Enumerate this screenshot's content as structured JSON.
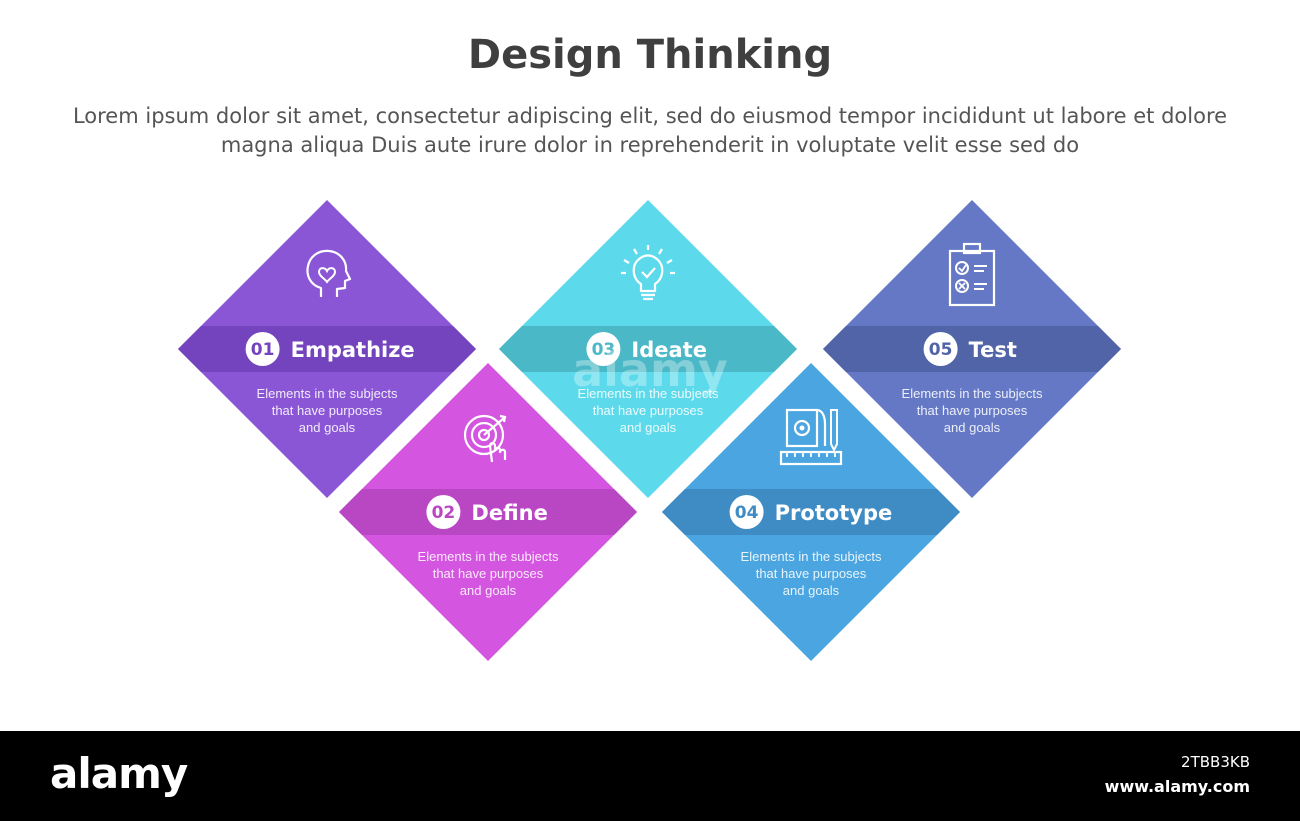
{
  "title": "Design Thinking",
  "subtitle": "Lorem ipsum dolor sit amet, consectetur adipiscing elit, sed do eiusmod tempor incididunt ut labore et dolore magna aliqua Duis aute irure dolor in reprehenderit in voluptate velit esse sed do",
  "steps": [
    {
      "num": "01",
      "label": "Empathize",
      "desc": [
        "Elements in the subjects",
        "that have purposes",
        "and  goals"
      ],
      "color": "#8a56d6",
      "band": "#7443be",
      "icon": "head-heart-icon"
    },
    {
      "num": "02",
      "label": "Define",
      "desc": [
        "Elements in the subjects",
        "that have purposes",
        "and  goals"
      ],
      "color": "#d455e0",
      "band": "#b947c4",
      "icon": "target-touch-icon"
    },
    {
      "num": "03",
      "label": "Ideate",
      "desc": [
        "Elements in the subjects",
        "that have purposes",
        "and  goals"
      ],
      "color": "#5cdaeb",
      "band": "#4ab8c6",
      "icon": "lightbulb-check-icon"
    },
    {
      "num": "04",
      "label": "Prototype",
      "desc": [
        "Elements in the subjects",
        "that have purposes",
        "and  goals"
      ],
      "color": "#4aa5e0",
      "band": "#3f8cc4",
      "icon": "blueprint-ruler-icon"
    },
    {
      "num": "05",
      "label": "Test",
      "desc": [
        "Elements in the subjects",
        "that have purposes",
        "and  goals"
      ],
      "color": "#6478c6",
      "band": "#5264a8",
      "icon": "clipboard-checklist-icon"
    }
  ],
  "footer": {
    "logo": "alamy",
    "image_id": "2TBB3KB",
    "url": "www.alamy.com"
  },
  "watermark": {
    "text": "alamy"
  }
}
